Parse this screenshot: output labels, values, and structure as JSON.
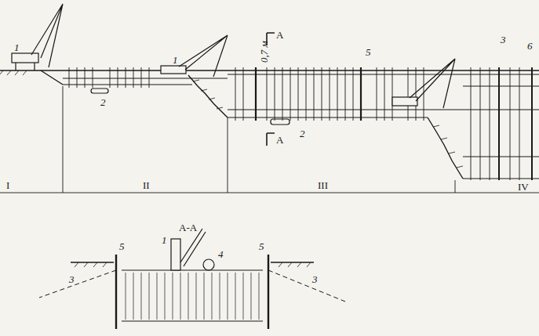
{
  "diagram": {
    "labels": [
      "1",
      "2",
      "1",
      "0,7 м",
      "А",
      "А",
      "5",
      "3",
      "6",
      "2",
      "I",
      "II",
      "III",
      "IV",
      "А-А",
      "1",
      "4",
      "5",
      "5",
      "3",
      "3"
    ]
  }
}
